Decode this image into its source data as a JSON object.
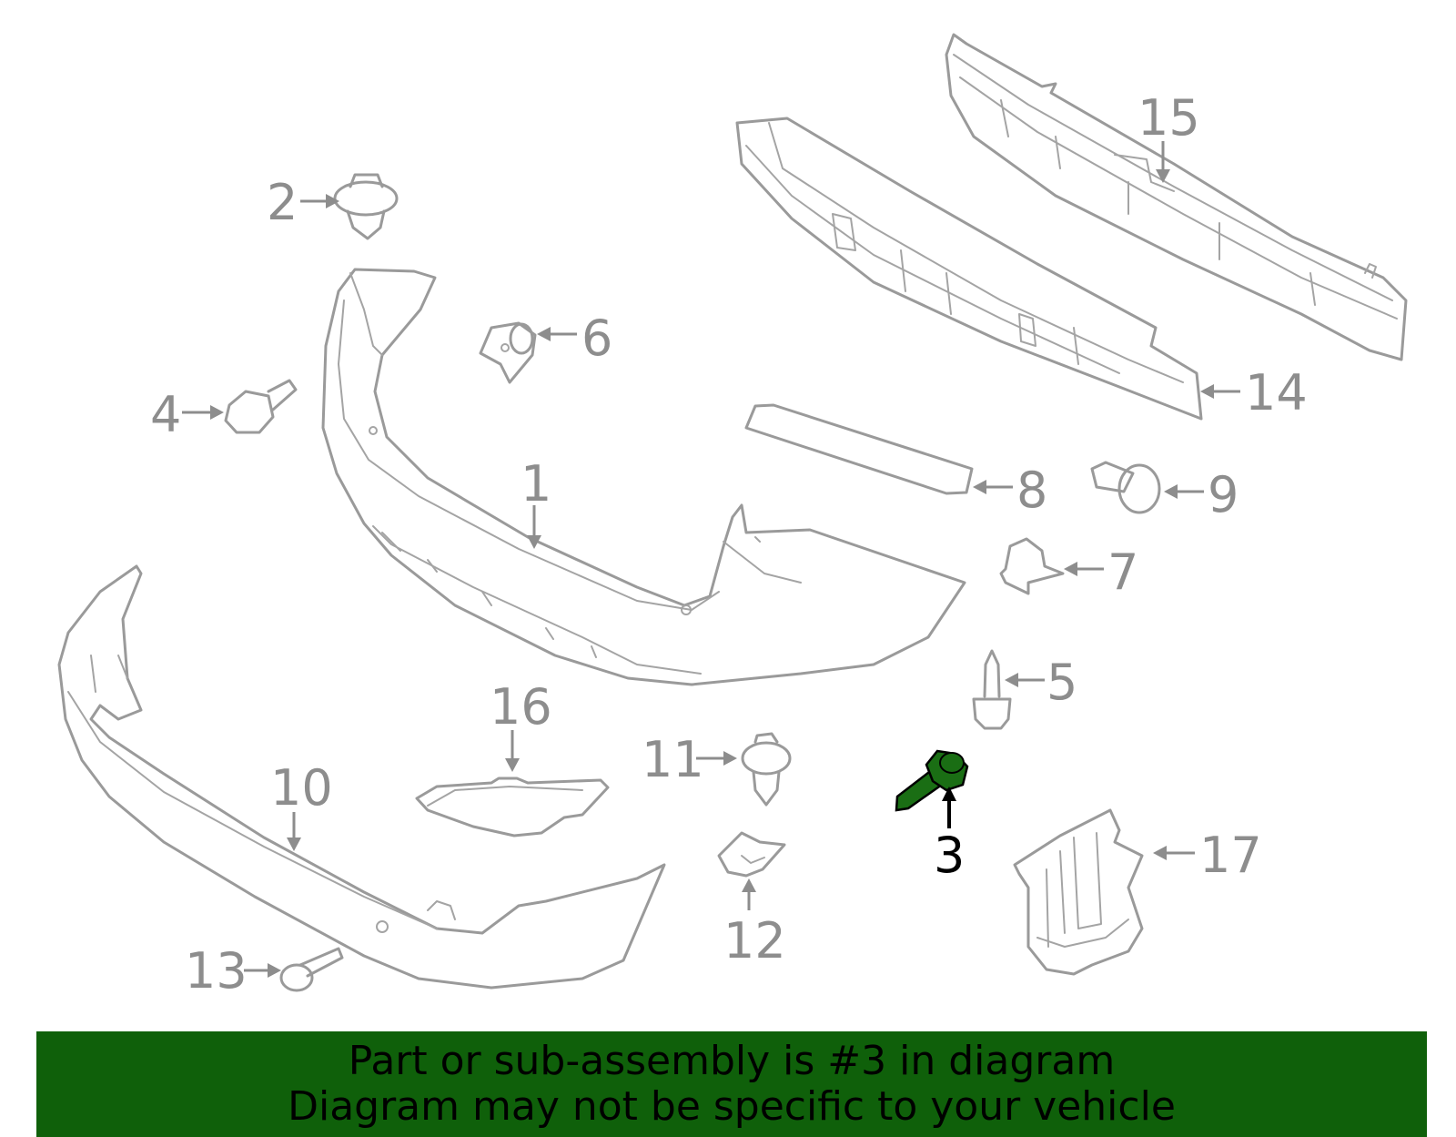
{
  "colors": {
    "banner_bg": "#0f600a",
    "highlight_part": "#1a6e14",
    "outline": "#9a9a9a",
    "callout_text": "#8d8d8d",
    "highlight_text": "#000000"
  },
  "banner": {
    "line1": "Part or sub-assembly is #3 in diagram",
    "line2": "Diagram may not be specific to your vehicle"
  },
  "callouts": {
    "c1": "1",
    "c2": "2",
    "c3": "3",
    "c4": "4",
    "c5": "5",
    "c6": "6",
    "c7": "7",
    "c8": "8",
    "c9": "9",
    "c10": "10",
    "c11": "11",
    "c12": "12",
    "c13": "13",
    "c14": "14",
    "c15": "15",
    "c16": "16",
    "c17": "17"
  },
  "highlighted_part": "3"
}
